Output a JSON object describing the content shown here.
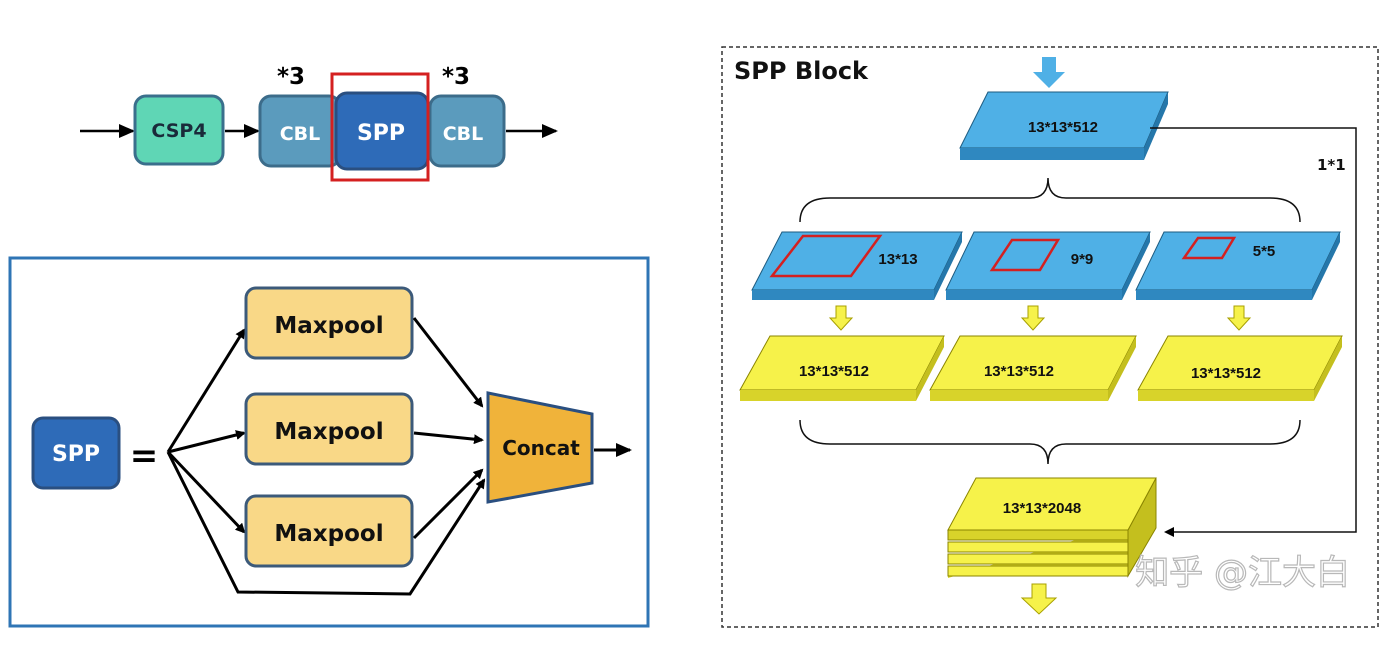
{
  "pipeline": {
    "csp4": "CSP4",
    "cbl_left": "CBL",
    "spp": "SPP",
    "cbl_right": "CBL",
    "mult_left": "*3",
    "mult_right": "*3"
  },
  "spp_detail": {
    "spp_label": "SPP",
    "equals": "=",
    "maxpool_1": "Maxpool",
    "maxpool_2": "Maxpool",
    "maxpool_3": "Maxpool",
    "concat": "Concat"
  },
  "spp_block": {
    "title": "SPP Block",
    "input_plate": "13*13*512",
    "shortcut_label": "1*1",
    "pool_labels": [
      "13*13",
      "9*9",
      "5*5"
    ],
    "output_plates": [
      "13*13*512",
      "13*13*512",
      "13*13*512"
    ],
    "concat_plate": "13*13*2048"
  },
  "watermark": "知乎 @江大白",
  "colors": {
    "csp4": "#5fd6b5",
    "cbl": "#5b9bbd",
    "spp_dark": "#2e6bb8",
    "maxpool": "#f9d887",
    "concat": "#f0b33a",
    "blue_plate": "#4fb0e6",
    "yellow_plate": "#f6f24a",
    "red_highlight": "#d42020",
    "frame_blue": "#2f75b5"
  }
}
